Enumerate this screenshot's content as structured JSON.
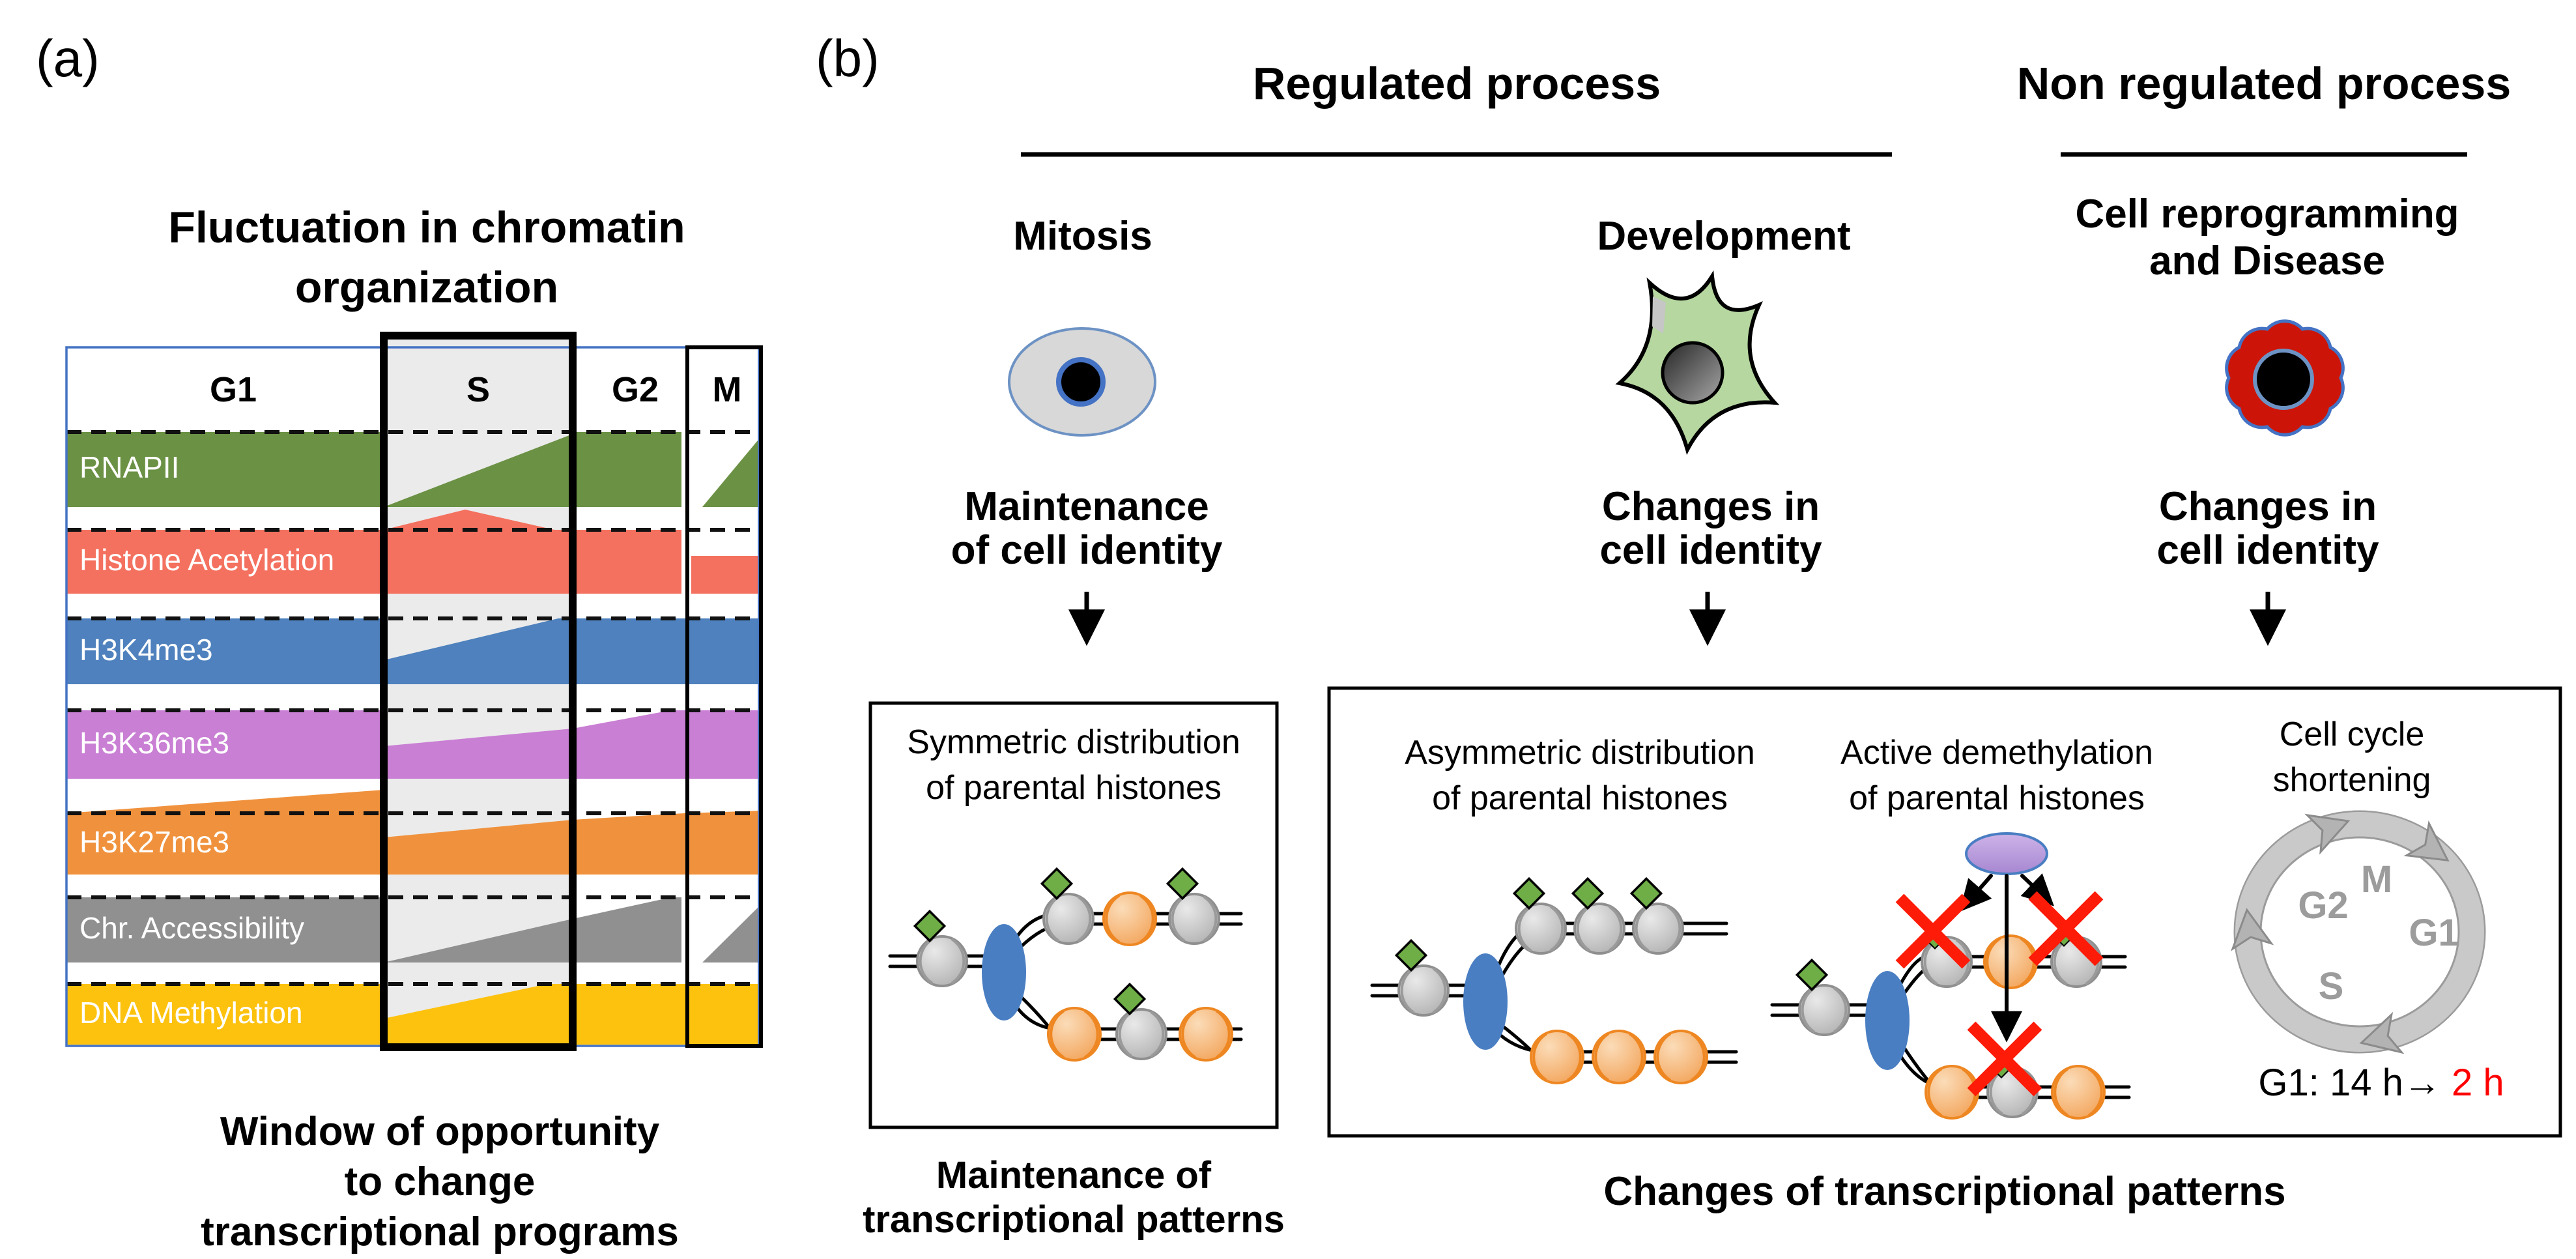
{
  "panel_a": {
    "label": "(a)",
    "title_line1": "Fluctuation in chromatin",
    "title_line2": "organization",
    "phases": [
      "G1",
      "S",
      "G2",
      "M"
    ],
    "rows": [
      {
        "label": "RNAPII",
        "color": "#6b9144",
        "g1": "high",
        "s": "rising from low",
        "g2": "high",
        "m": "drop then rising"
      },
      {
        "label": "Histone Acetylation",
        "color": "#f4715f",
        "g1": "high",
        "s": "peak above level mid-S",
        "g2": "high",
        "m": "reduced"
      },
      {
        "label": "H3K4me3",
        "color": "#4e81bd",
        "g1": "high",
        "s": "rising from low",
        "g2": "high",
        "m": "high"
      },
      {
        "label": "H3K36me3",
        "color": "#c97fd4",
        "g1": "high",
        "s": "drop then rising",
        "g2": "rising to high",
        "m": "high"
      },
      {
        "label": "H3K27me3",
        "color": "#f0923d",
        "g1": "rising above level",
        "s": "drop then rising",
        "g2": "rising to high",
        "m": "high"
      },
      {
        "label": "Chr. Accessibility",
        "color": "#909090",
        "g1": "high",
        "s": "rising from low",
        "g2": "rising to high",
        "m": "drop then rising"
      },
      {
        "label": "DNA Methylation",
        "color": "#fdc20e",
        "g1": "high",
        "s": "rising from low",
        "g2": "high",
        "m": "high"
      }
    ],
    "caption_line1": "Window of opportunity",
    "caption_line2": "to change",
    "caption_line3": "transcriptional programs"
  },
  "panel_b": {
    "label": "(b)",
    "regulated_header": "Regulated process",
    "non_regulated_header": "Non regulated process",
    "mitosis_title": "Mitosis",
    "development_title": "Development",
    "reprogramming_title_line1": "Cell reprogramming",
    "reprogramming_title_line2": "and Disease",
    "mitosis_outcome_line1": "Maintenance",
    "mitosis_outcome_line2": "of cell identity",
    "development_outcome_line1": "Changes in",
    "development_outcome_line2": "cell identity",
    "reprogramming_outcome_line1": "Changes in",
    "reprogramming_outcome_line2": "cell identity",
    "box_symmetric": {
      "title_line1": "Symmetric distribution",
      "title_line2": "of parental histones",
      "caption_line1": "Maintenance of",
      "caption_line2": "transcriptional patterns"
    },
    "box_changes": {
      "asymmetric_title_line1": "Asymmetric distribution",
      "asymmetric_title_line2": "of parental histones",
      "demethylation_title_line1": "Active demethylation",
      "demethylation_title_line2": "of parental histones",
      "cellcycle_title_line1": "Cell cycle",
      "cellcycle_title_line2": "shortening",
      "cycle_labels": [
        "M",
        "G2",
        "G1",
        "S"
      ],
      "g1_time_label": "G1: 14 h",
      "arrow_glyph": "→",
      "g1_time_new": "2 h",
      "caption": "Changes of transcriptional patterns"
    },
    "icons": {
      "mitosis": "gray-round-cell-icon",
      "development": "green-star-cell-icon",
      "reprogramming": "red-lobed-cell-icon",
      "replication": "blue-replisome-oval-icon",
      "demethylase": "purple-enzyme-oval-icon",
      "mark": "green-diamond-methyl-mark-icon",
      "erased_mark": "red-x-icon",
      "cycle": "gray-cell-cycle-ring-icon"
    }
  },
  "colors": {
    "table_border": "#4472c4",
    "s_box_bg": "#ebebeb",
    "gray_cell_fill": "#d8d8d8",
    "cell_outline_blue": "#6d92c4",
    "nucleus_ring_blue": "#4472c4",
    "green_cell_fill": "#b6d7a0",
    "red_cell_fill": "#cc1508",
    "diamond_green": "#6fae47",
    "replication_blue": "#4a7ec2",
    "red_x": "#fe1b07",
    "ring_gray": "#c9c9c9",
    "ring_edge": "#9b9b9b",
    "ring_label": "#9c9c9c",
    "highlight_red": "#ff0000"
  }
}
